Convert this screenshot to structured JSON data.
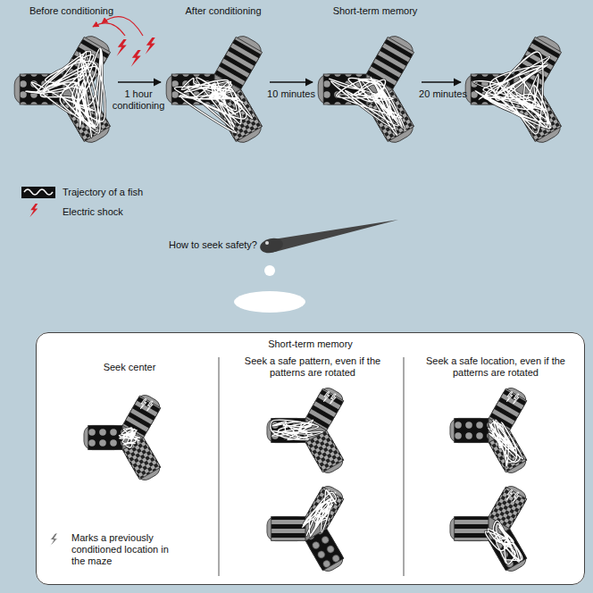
{
  "diagram": {
    "nodes": [
      {
        "text": [
          "Short-term memory"
        ]
      }
    ],
    "labels": [
      "Before conditioning",
      "After conditioning",
      "Short-term memory",
      "1 hour conditioning",
      "10 minutes",
      "20 minutes",
      "How to seek safety?",
      "Seek center",
      "Seek a safe pattern, even if the patterns are rotated",
      "Seek a safe location, even if the patterns are rotated",
      "Marks a previously conditioned location in the maze"
    ],
    "legend": [
      {
        "text": "Trajectory of a fish"
      },
      {
        "text": "Electric shock"
      }
    ]
  }
}
